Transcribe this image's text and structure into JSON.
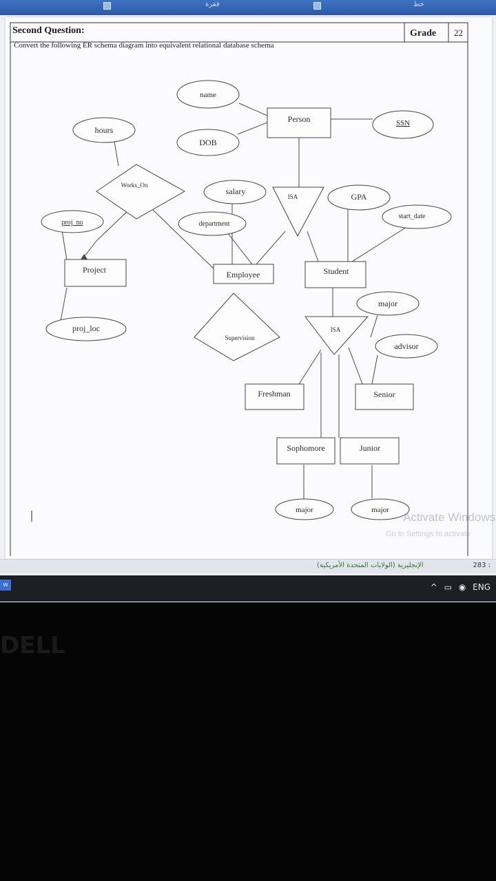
{
  "ribbon": {
    "tab1": "فقرة",
    "tab2": "خط"
  },
  "question": {
    "title": "Second Question:",
    "instruction": "Convert the following ER schema diagram into equivalent relational database schema",
    "grade_label": "Grade",
    "grade_value": "22"
  },
  "entities": {
    "person": "Person",
    "employee": "Employee",
    "student": "Student",
    "project": "Project",
    "freshman": "Freshman",
    "sophomore": "Sophomore",
    "junior": "Junior",
    "senior": "Senior"
  },
  "attributes": {
    "name": "name",
    "dob": "DOB",
    "ssn": "SSN",
    "hours": "hours",
    "salary": "salary",
    "department": "department",
    "gpa": "GPA",
    "start_date": "start_date",
    "proj_no": "proj_no",
    "proj_loc": "proj_loc",
    "major_student": "major",
    "advisor": "advisor",
    "major_sophomore": "major",
    "major_junior": "major"
  },
  "relationships": {
    "works_on": "Works_On",
    "supervision": "Supervision"
  },
  "isa": {
    "person_isa": "ISA",
    "student_isa": "ISA"
  },
  "watermark": {
    "line1": "Activate Windows",
    "line2": "Go to Settings to activate"
  },
  "statusbar": {
    "language": "الإنجليزية (الولايات المتحدة الأمريكية)",
    "word_count": "283 :"
  },
  "taskbar": {
    "tray_caret": "^",
    "language": "ENG",
    "app_icon_text": "W"
  },
  "bezel": {
    "brand": "DELL"
  },
  "colors": {
    "ribbon": "#2b5aa8",
    "paper": "#fbfbfd",
    "ink": "#2b2b2b"
  }
}
